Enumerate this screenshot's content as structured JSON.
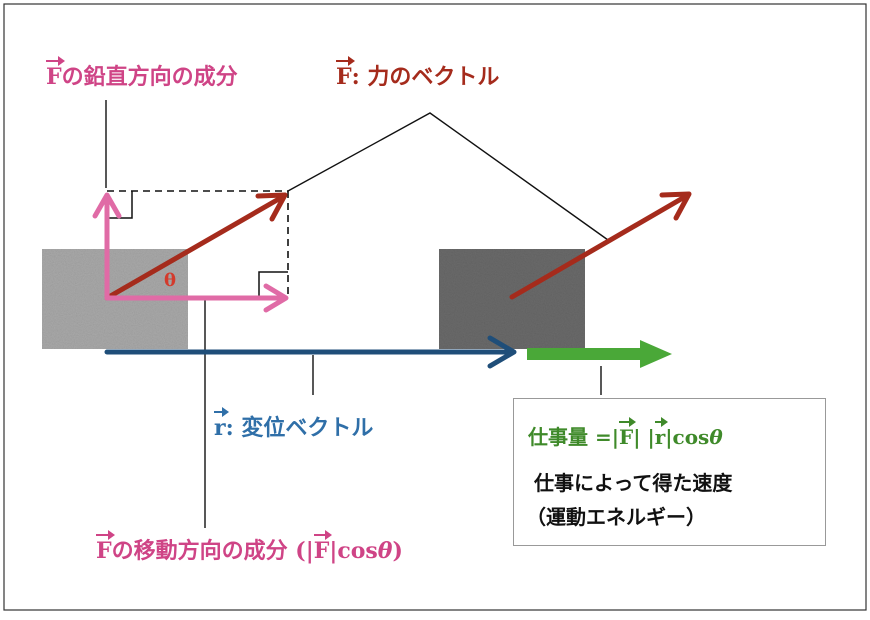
{
  "labels": {
    "f_vertical_vec": "F",
    "f_vertical_text": "の鉛直方向の成分",
    "f_force_vec": "F",
    "f_force_text": ": 力のベクトル",
    "r_vec": "r",
    "r_text": ": 変位ベクトル",
    "f_horizontal_vec": "F",
    "f_horizontal_text": "の移動方向の成分 (|",
    "f_horizontal_vec2": "F",
    "f_horizontal_tail": "|cos",
    "theta_symbol": "θ",
    "f_horizontal_close": ")",
    "angle_label": "θ"
  },
  "work_box": {
    "formula_prefix": "仕事量 =|",
    "formula_vec_f": "F",
    "formula_mid": "| |",
    "formula_vec_r": "r",
    "formula_tail": "|cos",
    "formula_theta": "θ",
    "line1": "仕事によって得た速度",
    "line2": "（運動エネルギー）"
  },
  "colors": {
    "pink": "#e06ba6",
    "force_red": "#a52b1c",
    "displacement_blue": "#1f4e79",
    "work_green": "#4aa838",
    "text_green": "#3f8a2a",
    "block_light": "#a9a9a9",
    "block_dark": "#6a6a6a"
  }
}
